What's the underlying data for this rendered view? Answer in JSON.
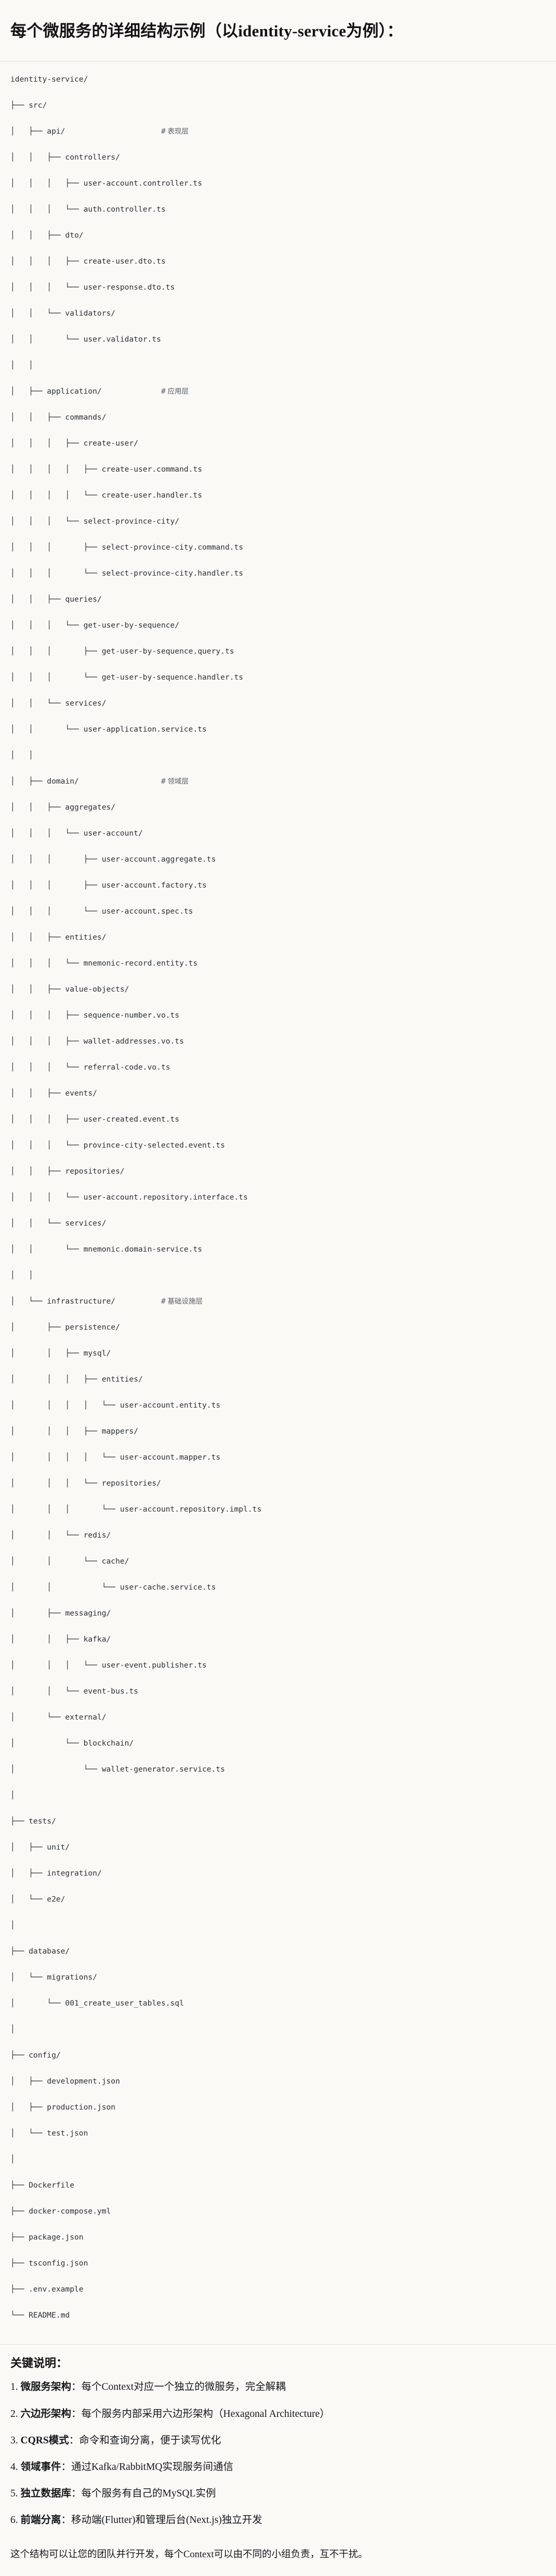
{
  "heading": "每个微服务的详细结构示例（以identity-service为例）：",
  "tree": {
    "lines": [
      {
        "text": "identity-service/",
        "comment": ""
      },
      {
        "text": "├── src/",
        "comment": ""
      },
      {
        "text": "│   ├── api/",
        "comment": "# 表现层"
      },
      {
        "text": "│   │   ├── controllers/",
        "comment": ""
      },
      {
        "text": "│   │   │   ├── user-account.controller.ts",
        "comment": ""
      },
      {
        "text": "│   │   │   └── auth.controller.ts",
        "comment": ""
      },
      {
        "text": "│   │   ├── dto/",
        "comment": ""
      },
      {
        "text": "│   │   │   ├── create-user.dto.ts",
        "comment": ""
      },
      {
        "text": "│   │   │   └── user-response.dto.ts",
        "comment": ""
      },
      {
        "text": "│   │   └── validators/",
        "comment": ""
      },
      {
        "text": "│   │       └── user.validator.ts",
        "comment": ""
      },
      {
        "text": "│   │",
        "comment": ""
      },
      {
        "text": "│   ├── application/",
        "comment": "# 应用层"
      },
      {
        "text": "│   │   ├── commands/",
        "comment": ""
      },
      {
        "text": "│   │   │   ├── create-user/",
        "comment": ""
      },
      {
        "text": "│   │   │   │   ├── create-user.command.ts",
        "comment": ""
      },
      {
        "text": "│   │   │   │   └── create-user.handler.ts",
        "comment": ""
      },
      {
        "text": "│   │   │   └── select-province-city/",
        "comment": ""
      },
      {
        "text": "│   │   │       ├── select-province-city.command.ts",
        "comment": ""
      },
      {
        "text": "│   │   │       └── select-province-city.handler.ts",
        "comment": ""
      },
      {
        "text": "│   │   ├── queries/",
        "comment": ""
      },
      {
        "text": "│   │   │   └── get-user-by-sequence/",
        "comment": ""
      },
      {
        "text": "│   │   │       ├── get-user-by-sequence.query.ts",
        "comment": ""
      },
      {
        "text": "│   │   │       └── get-user-by-sequence.handler.ts",
        "comment": ""
      },
      {
        "text": "│   │   └── services/",
        "comment": ""
      },
      {
        "text": "│   │       └── user-application.service.ts",
        "comment": ""
      },
      {
        "text": "│   │",
        "comment": ""
      },
      {
        "text": "│   ├── domain/",
        "comment": "# 领域层"
      },
      {
        "text": "│   │   ├── aggregates/",
        "comment": ""
      },
      {
        "text": "│   │   │   └── user-account/",
        "comment": ""
      },
      {
        "text": "│   │   │       ├── user-account.aggregate.ts",
        "comment": ""
      },
      {
        "text": "│   │   │       ├── user-account.factory.ts",
        "comment": ""
      },
      {
        "text": "│   │   │       └── user-account.spec.ts",
        "comment": ""
      },
      {
        "text": "│   │   ├── entities/",
        "comment": ""
      },
      {
        "text": "│   │   │   └── mnemonic-record.entity.ts",
        "comment": ""
      },
      {
        "text": "│   │   ├── value-objects/",
        "comment": ""
      },
      {
        "text": "│   │   │   ├── sequence-number.vo.ts",
        "comment": ""
      },
      {
        "text": "│   │   │   ├── wallet-addresses.vo.ts",
        "comment": ""
      },
      {
        "text": "│   │   │   └── referral-code.vo.ts",
        "comment": ""
      },
      {
        "text": "│   │   ├── events/",
        "comment": ""
      },
      {
        "text": "│   │   │   ├── user-created.event.ts",
        "comment": ""
      },
      {
        "text": "│   │   │   └── province-city-selected.event.ts",
        "comment": ""
      },
      {
        "text": "│   │   ├── repositories/",
        "comment": ""
      },
      {
        "text": "│   │   │   └── user-account.repository.interface.ts",
        "comment": ""
      },
      {
        "text": "│   │   └── services/",
        "comment": ""
      },
      {
        "text": "│   │       └── mnemonic.domain-service.ts",
        "comment": ""
      },
      {
        "text": "│   │",
        "comment": ""
      },
      {
        "text": "│   └── infrastructure/",
        "comment": "# 基础设施层"
      },
      {
        "text": "│       ├── persistence/",
        "comment": ""
      },
      {
        "text": "│       │   ├── mysql/",
        "comment": ""
      },
      {
        "text": "│       │   │   ├── entities/",
        "comment": ""
      },
      {
        "text": "│       │   │   │   └── user-account.entity.ts",
        "comment": ""
      },
      {
        "text": "│       │   │   ├── mappers/",
        "comment": ""
      },
      {
        "text": "│       │   │   │   └── user-account.mapper.ts",
        "comment": ""
      },
      {
        "text": "│       │   │   └── repositories/",
        "comment": ""
      },
      {
        "text": "│       │   │       └── user-account.repository.impl.ts",
        "comment": ""
      },
      {
        "text": "│       │   └── redis/",
        "comment": ""
      },
      {
        "text": "│       │       └── cache/",
        "comment": ""
      },
      {
        "text": "│       │           └── user-cache.service.ts",
        "comment": ""
      },
      {
        "text": "│       ├── messaging/",
        "comment": ""
      },
      {
        "text": "│       │   ├── kafka/",
        "comment": ""
      },
      {
        "text": "│       │   │   └── user-event.publisher.ts",
        "comment": ""
      },
      {
        "text": "│       │   └── event-bus.ts",
        "comment": ""
      },
      {
        "text": "│       └── external/",
        "comment": ""
      },
      {
        "text": "│           └── blockchain/",
        "comment": ""
      },
      {
        "text": "│               └── wallet-generator.service.ts",
        "comment": ""
      },
      {
        "text": "│",
        "comment": ""
      },
      {
        "text": "├── tests/",
        "comment": ""
      },
      {
        "text": "│   ├── unit/",
        "comment": ""
      },
      {
        "text": "│   ├── integration/",
        "comment": ""
      },
      {
        "text": "│   └── e2e/",
        "comment": ""
      },
      {
        "text": "│",
        "comment": ""
      },
      {
        "text": "├── database/",
        "comment": ""
      },
      {
        "text": "│   └── migrations/",
        "comment": ""
      },
      {
        "text": "│       └── 001_create_user_tables.sql",
        "comment": ""
      },
      {
        "text": "│",
        "comment": ""
      },
      {
        "text": "├── config/",
        "comment": ""
      },
      {
        "text": "│   ├── development.json",
        "comment": ""
      },
      {
        "text": "│   ├── production.json",
        "comment": ""
      },
      {
        "text": "│   └── test.json",
        "comment": ""
      },
      {
        "text": "│",
        "comment": ""
      },
      {
        "text": "├── Dockerfile",
        "comment": ""
      },
      {
        "text": "├── docker-compose.yml",
        "comment": ""
      },
      {
        "text": "├── package.json",
        "comment": ""
      },
      {
        "text": "├── tsconfig.json",
        "comment": ""
      },
      {
        "text": "├── .env.example",
        "comment": ""
      },
      {
        "text": "└── README.md",
        "comment": ""
      }
    ]
  },
  "notes": {
    "title": "关键说明：",
    "items": [
      {
        "num": "1.",
        "label": "微服务架构",
        "text": "：每个Context对应一个独立的微服务，完全解耦"
      },
      {
        "num": "2.",
        "label": "六边形架构",
        "text": "：每个服务内部采用六边形架构（Hexagonal Architecture）"
      },
      {
        "num": "3.",
        "label": "CQRS模式",
        "text": "：命令和查询分离，便于读写优化"
      },
      {
        "num": "4.",
        "label": "领域事件",
        "text": "：通过Kafka/RabbitMQ实现服务间通信"
      },
      {
        "num": "5.",
        "label": "独立数据库",
        "text": "：每个服务有自己的MySQL实例"
      },
      {
        "num": "6.",
        "label": "前端分离",
        "text": "：移动端(Flutter)和管理后台(Next.js)独立开发"
      }
    ],
    "closing": "这个结构可以让您的团队并行开发，每个Context可以由不同的小组负责，互不干扰。"
  },
  "colors": {
    "background": "#faf9f6",
    "text": "#1a1a1a",
    "code_text": "#2b2f33",
    "comment_text": "#5b6066",
    "rule": "#e3e1db"
  }
}
